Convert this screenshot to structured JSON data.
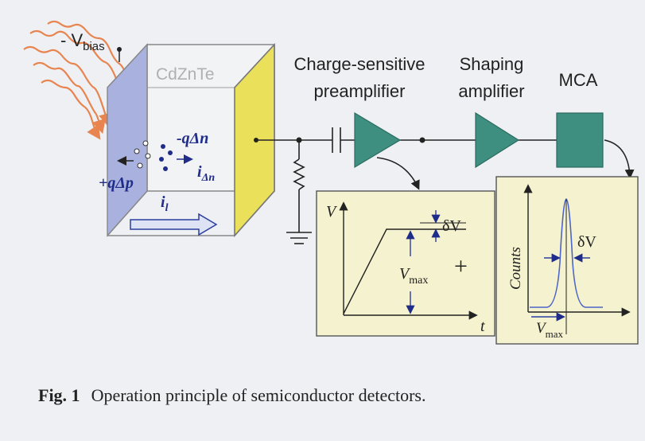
{
  "labels": {
    "bias": "- V",
    "bias_sub": "bias",
    "material": "CdZnTe",
    "electrons": "-qΔn",
    "holes": "+qΔp",
    "electron_current": "i",
    "electron_current_sub": "Δn",
    "leakage_current": "i",
    "leakage_current_sub": "l",
    "preamp_line1": "Charge-sensitive",
    "preamp_line2": "preamplifier",
    "shaper_line1": "Shaping",
    "shaper_line2": "amplifier",
    "mca": "MCA"
  },
  "pulse_plot": {
    "y_axis": "V",
    "x_axis": "t",
    "dv": "δV",
    "vmax": "V",
    "vmax_sub": "max",
    "plus": "+"
  },
  "spectrum_plot": {
    "y_axis": "Counts",
    "dv": "δV",
    "vmax": "V",
    "vmax_sub": "max"
  },
  "caption": {
    "label": "Fig. 1",
    "text": "Operation principle of semiconductor detectors."
  },
  "colors": {
    "amplifier": "#3e8f80",
    "electrode_front": "#a9b1de",
    "electrode_back": "#ebe05a",
    "panel": "#f4f2cf",
    "rays": "#e8844f",
    "annotation": "#2c3e9e"
  }
}
